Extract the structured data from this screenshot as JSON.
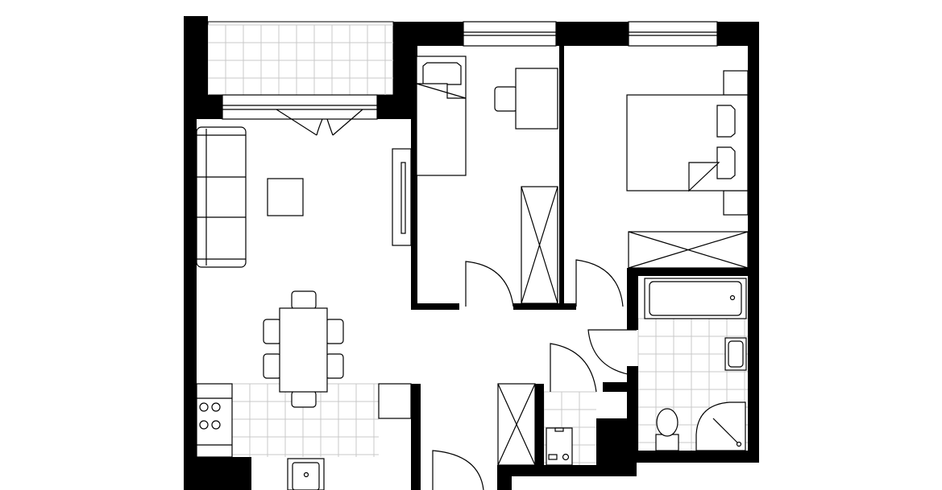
{
  "plan": {
    "colors": {
      "wall": "#000000",
      "background": "#ffffff",
      "tile_grid": "#c8c8c8"
    },
    "rooms": [
      "balcony",
      "living-room",
      "kitchen",
      "bedroom-1",
      "bedroom-2",
      "bathroom",
      "utility-room",
      "hallway"
    ]
  }
}
